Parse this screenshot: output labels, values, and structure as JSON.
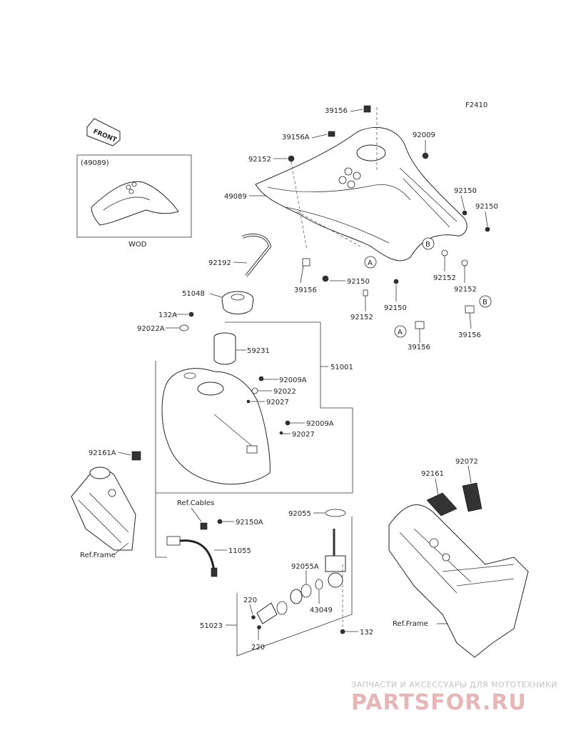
{
  "figure_code": "F2410",
  "front_label": "FRONT",
  "inset": {
    "ref": "(49089)",
    "caption": "WOD"
  },
  "callouts": {
    "c39156_top": "39156",
    "c39156A": "39156A",
    "c92152_top": "92152",
    "c92009": "92009",
    "c49089": "49089",
    "c92150_r1": "92150",
    "c92150_r2": "92150",
    "c92192": "92192",
    "c92150_mid": "92150",
    "c39156_mid": "39156",
    "c92152_mid": "92152",
    "c92152_r": "92152",
    "c92150_low": "92150",
    "c51048": "51048",
    "c132A": "132A",
    "c92022A": "92022A",
    "c39156_low": "39156",
    "c59231": "59231",
    "c51001": "51001",
    "c92009A_1": "92009A",
    "c92022": "92022",
    "c92027_1": "92027",
    "c92009A_2": "92009A",
    "c92027_2": "92027",
    "c92161A": "92161A",
    "c92161": "92161",
    "c92072": "92072",
    "ref_cables": "Ref.Cables",
    "c92150A": "92150A",
    "c11055": "11055",
    "ref_frame_left": "Ref.Frame",
    "c92055": "92055",
    "c92055A": "92055A",
    "c43049": "43049",
    "c220_top": "220",
    "c220_bot": "220",
    "c51023": "51023",
    "c132": "132",
    "ref_frame_right": "Ref.Frame"
  },
  "markers": {
    "a1": "A",
    "a2": "A",
    "b1": "B",
    "b2": "B"
  },
  "watermark": {
    "line1": "ЗАПЧАСТИ И АКСЕССУАРЫ ДЛЯ МОТОТЕХНИКИ",
    "line2": "PARTSFOR.RU"
  }
}
